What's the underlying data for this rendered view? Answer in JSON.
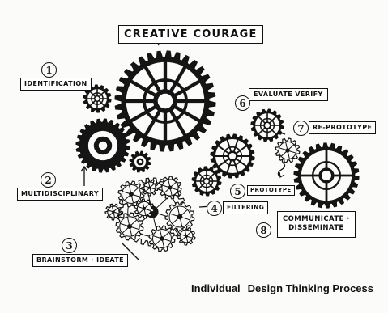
{
  "title": "CREATIVE COURAGE",
  "steps": [
    {
      "number": "1",
      "label": "IDENTIFICATION"
    },
    {
      "number": "2",
      "label": "MULTIDISCIPLINARY"
    },
    {
      "number": "3",
      "label": "BRAINSTORM · IDEATE"
    },
    {
      "number": "4",
      "label": "FILTERING"
    },
    {
      "number": "5",
      "label": "PROTOTYPE"
    },
    {
      "number": "6",
      "label": "EVALUATE VERIFY"
    },
    {
      "number": "7",
      "label": "RE-PROTOTYPE"
    },
    {
      "number": "8",
      "label_line1": "COMMUNICATE ·",
      "label_line2": "DISSEMINATE"
    }
  ],
  "caption": {
    "part1": "Individual",
    "part2": "Design Thinking Process"
  }
}
